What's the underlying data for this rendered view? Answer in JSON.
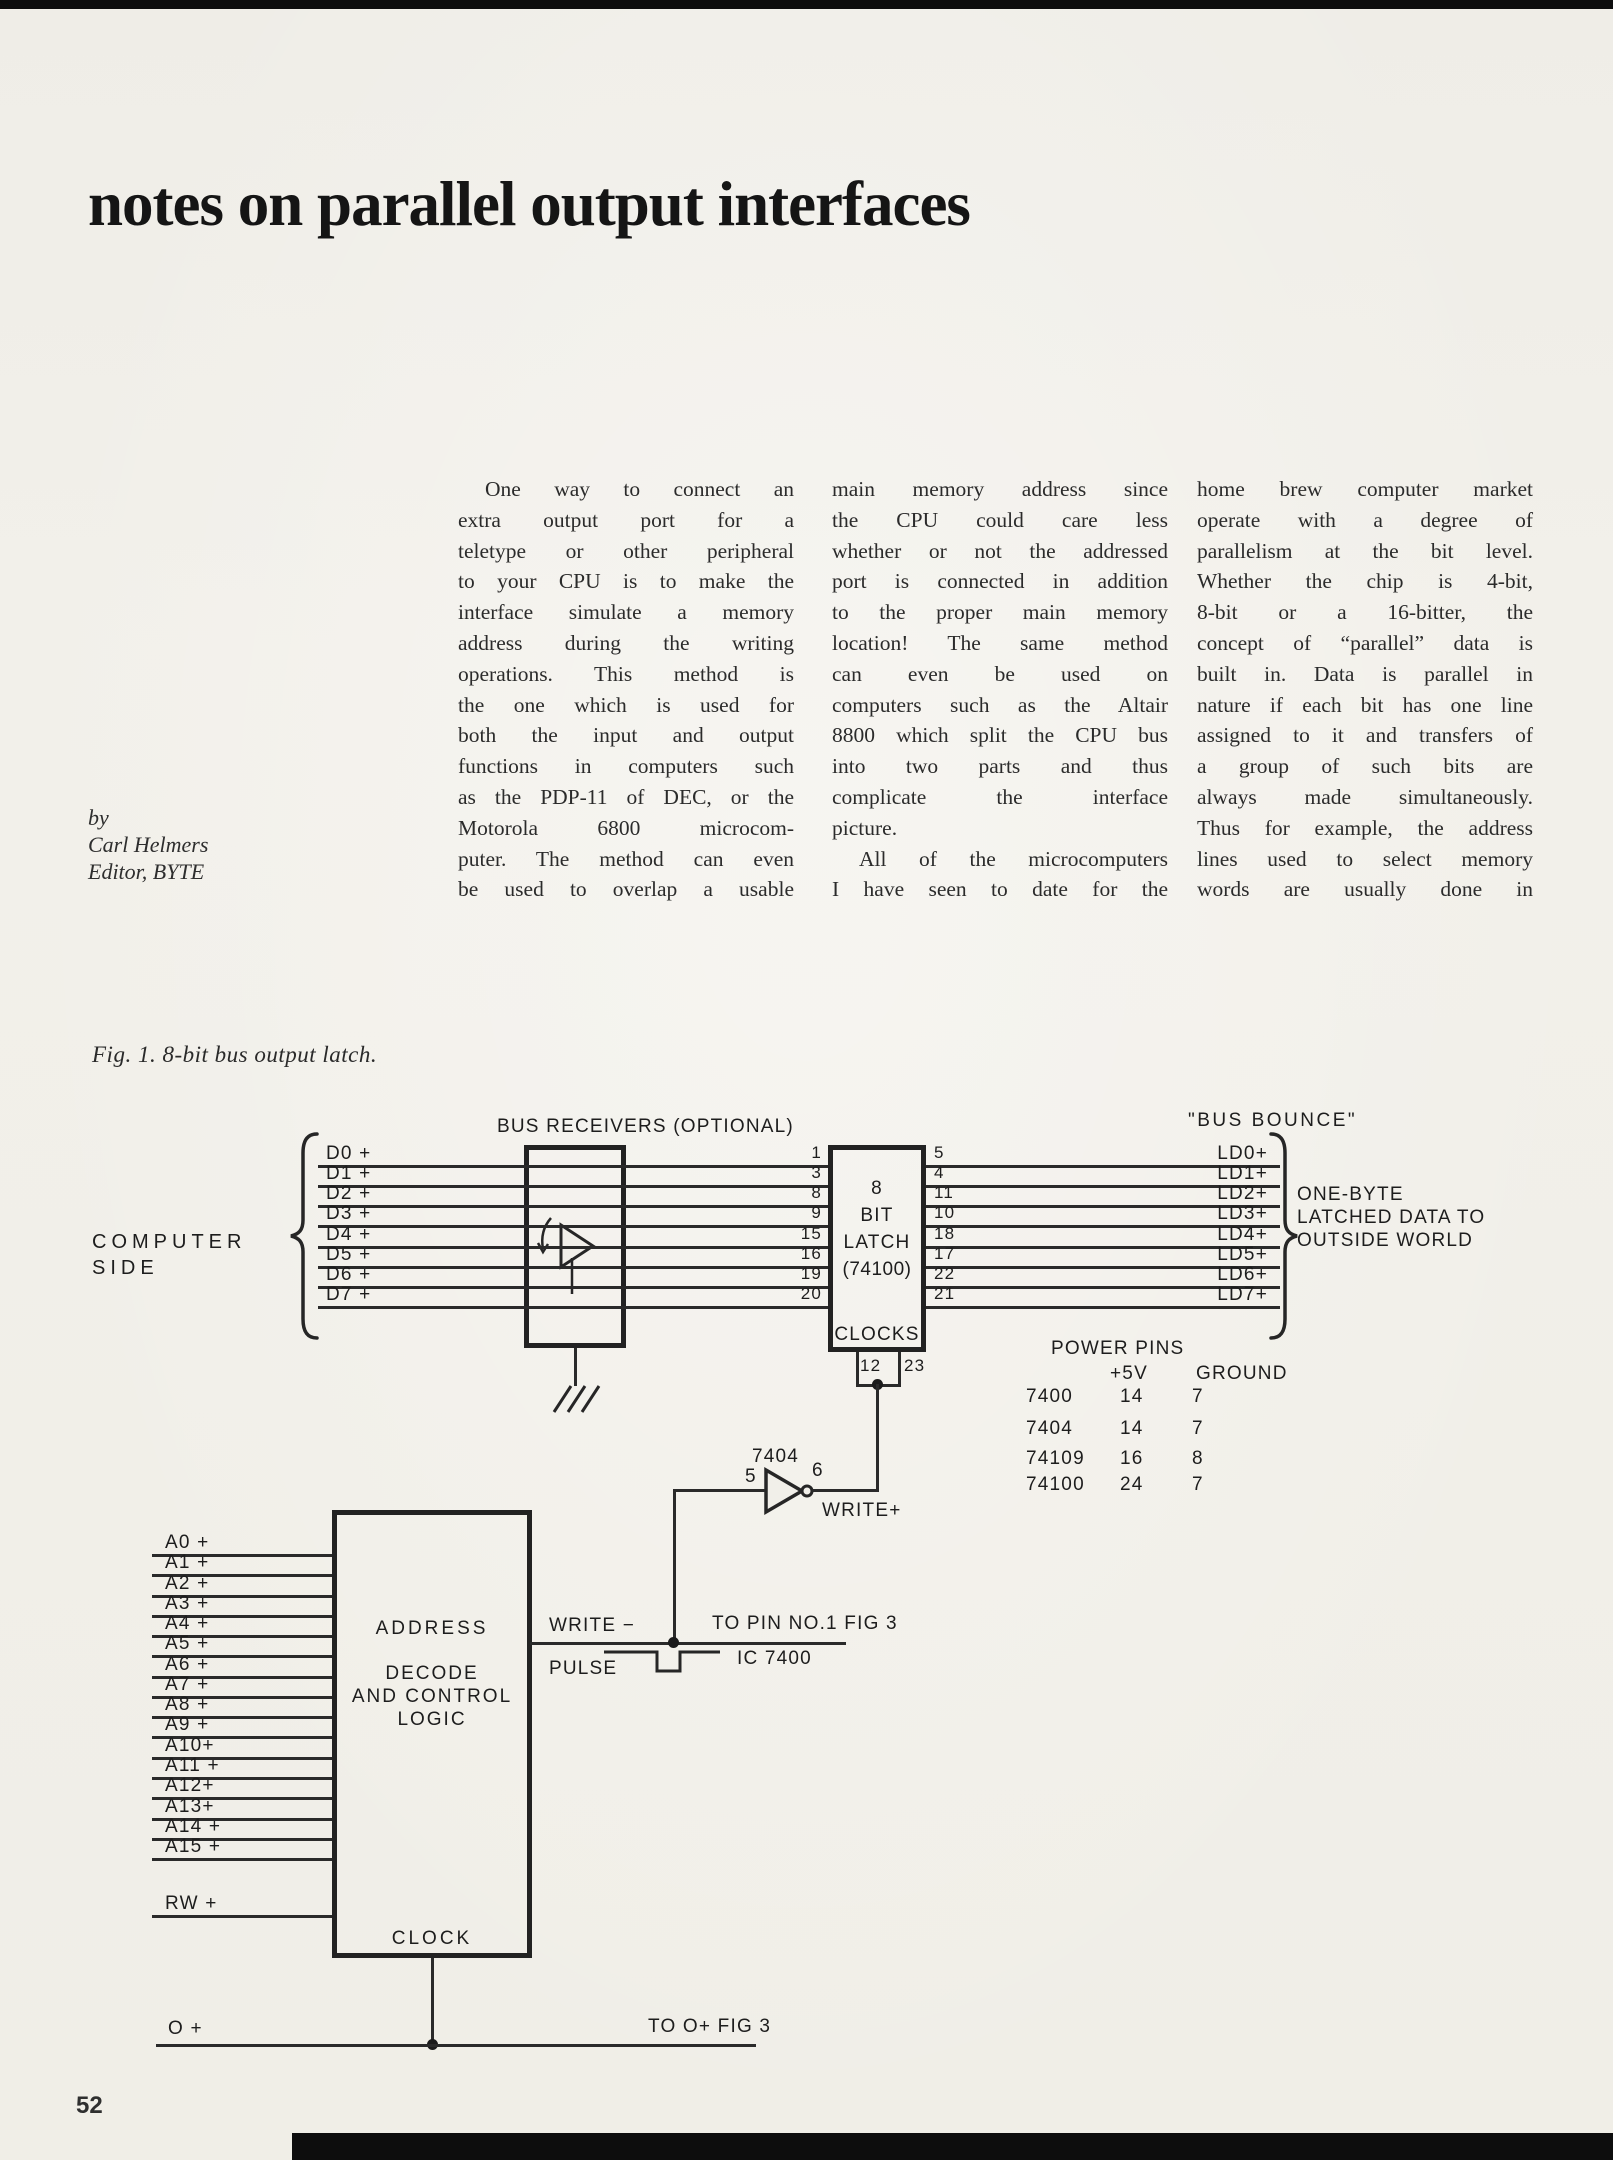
{
  "page": {
    "title": "notes on parallel output interfaces",
    "byline": [
      "by",
      "Carl Helmers",
      "Editor, BYTE"
    ],
    "figure_caption": "Fig. 1. 8-bit bus output latch.",
    "page_number": "52",
    "colors": {
      "paper": "#f1efe9",
      "ink": "#242424"
    }
  },
  "article": {
    "columns": [
      {
        "lines": [
          "One way to connect an",
          "extra output port for a",
          "teletype or other peripheral",
          "to your CPU is to make the",
          "interface simulate a memory",
          "address during the writing",
          "operations. This method is",
          "the one which is used for",
          "both the input and output",
          "functions in computers such",
          "as the PDP-11 of DEC, or the",
          "Motorola 6800 microcom-",
          "puter. The method can even",
          "be used to overlap a usable"
        ],
        "indent": [
          0
        ],
        "ragged": []
      },
      {
        "lines": [
          "main memory address since",
          "the CPU could care less",
          "whether or not the addressed",
          "port is connected in addition",
          "to the proper main memory",
          "location! The same method",
          "can even be used on",
          "computers such as the Altair",
          "8800 which split the CPU bus",
          "into two parts and thus",
          "complicate the interface",
          "picture.",
          "All of the microcomputers",
          "I have seen to date for the"
        ],
        "indent": [
          12
        ],
        "ragged": [
          11
        ]
      },
      {
        "lines": [
          "home brew computer market",
          "operate with a degree of",
          "parallelism at the bit level.",
          "Whether the chip is 4-bit,",
          "8-bit or a 16-bitter, the",
          "concept of “parallel” data is",
          "built in. Data is parallel in",
          "nature if each bit has one line",
          "assigned to it and transfers of",
          "a group of such bits are",
          "always made simultaneously.",
          "Thus for example, the address",
          "lines used to select memory",
          "words are usually done in"
        ],
        "indent": [],
        "ragged": []
      }
    ]
  },
  "diagram": {
    "bus_receivers_label": "BUS RECEIVERS (OPTIONAL)",
    "bus_bounce_label": "\"BUS  BOUNCE\"",
    "computer_side": [
      "COMPUTER",
      "SIDE"
    ],
    "latch_title": [
      "8",
      "BIT",
      "LATCH",
      "(74100)"
    ],
    "clocks_label": "CLOCKS",
    "clock_pins": [
      "12",
      "23"
    ],
    "bus_rows": [
      {
        "d": "D0 +",
        "in": "1",
        "out": "5",
        "ld": "LD0+"
      },
      {
        "d": "D1 +",
        "in": "3",
        "out": "4",
        "ld": "LD1+"
      },
      {
        "d": "D2 +",
        "in": "8",
        "out": "11",
        "ld": "LD2+"
      },
      {
        "d": "D3 +",
        "in": "9",
        "out": "10",
        "ld": "LD3+"
      },
      {
        "d": "D4 +",
        "in": "15",
        "out": "18",
        "ld": "LD4+"
      },
      {
        "d": "D5 +",
        "in": "16",
        "out": "17",
        "ld": "LD5+"
      },
      {
        "d": "D6 +",
        "in": "19",
        "out": "22",
        "ld": "LD6+"
      },
      {
        "d": "D7 +",
        "in": "20",
        "out": "21",
        "ld": "LD7+"
      }
    ],
    "output_note": [
      "ONE-BYTE",
      "LATCHED DATA TO",
      "OUTSIDE WORLD"
    ],
    "power_pins": {
      "title": "POWER PINS",
      "headers": [
        "+5V",
        "GROUND"
      ],
      "rows": [
        [
          "7400",
          "14",
          "7"
        ],
        [
          "7404",
          "14",
          "7"
        ],
        [
          "74109",
          "16",
          "8"
        ],
        [
          "74100",
          "24",
          "7"
        ]
      ]
    },
    "inverter": {
      "part": "7404",
      "pin_in": "5",
      "pin_out": "6",
      "signal": "WRITE+"
    },
    "address_box": [
      "ADDRESS",
      "DECODE",
      "AND CONTROL",
      "LOGIC"
    ],
    "clock_label": "CLOCK",
    "address_rows": [
      "A0 +",
      "A1 +",
      "A2 +",
      "A3 +",
      "A4 +",
      "A5 +",
      "A6 +",
      "A7 +",
      "A8 +",
      "A9 +",
      "A10+",
      "A11 +",
      "A12+",
      "A13+",
      "A14 +",
      "A15 +"
    ],
    "rw_label": "RW +",
    "write_minus": "WRITE −",
    "pulse_label": "PULSE",
    "to_pin_note": "TO PIN NO.1 FIG 3",
    "ic_note": "IC 7400",
    "phi_label": "O +",
    "to_phi_note": "TO O+ FIG 3"
  }
}
